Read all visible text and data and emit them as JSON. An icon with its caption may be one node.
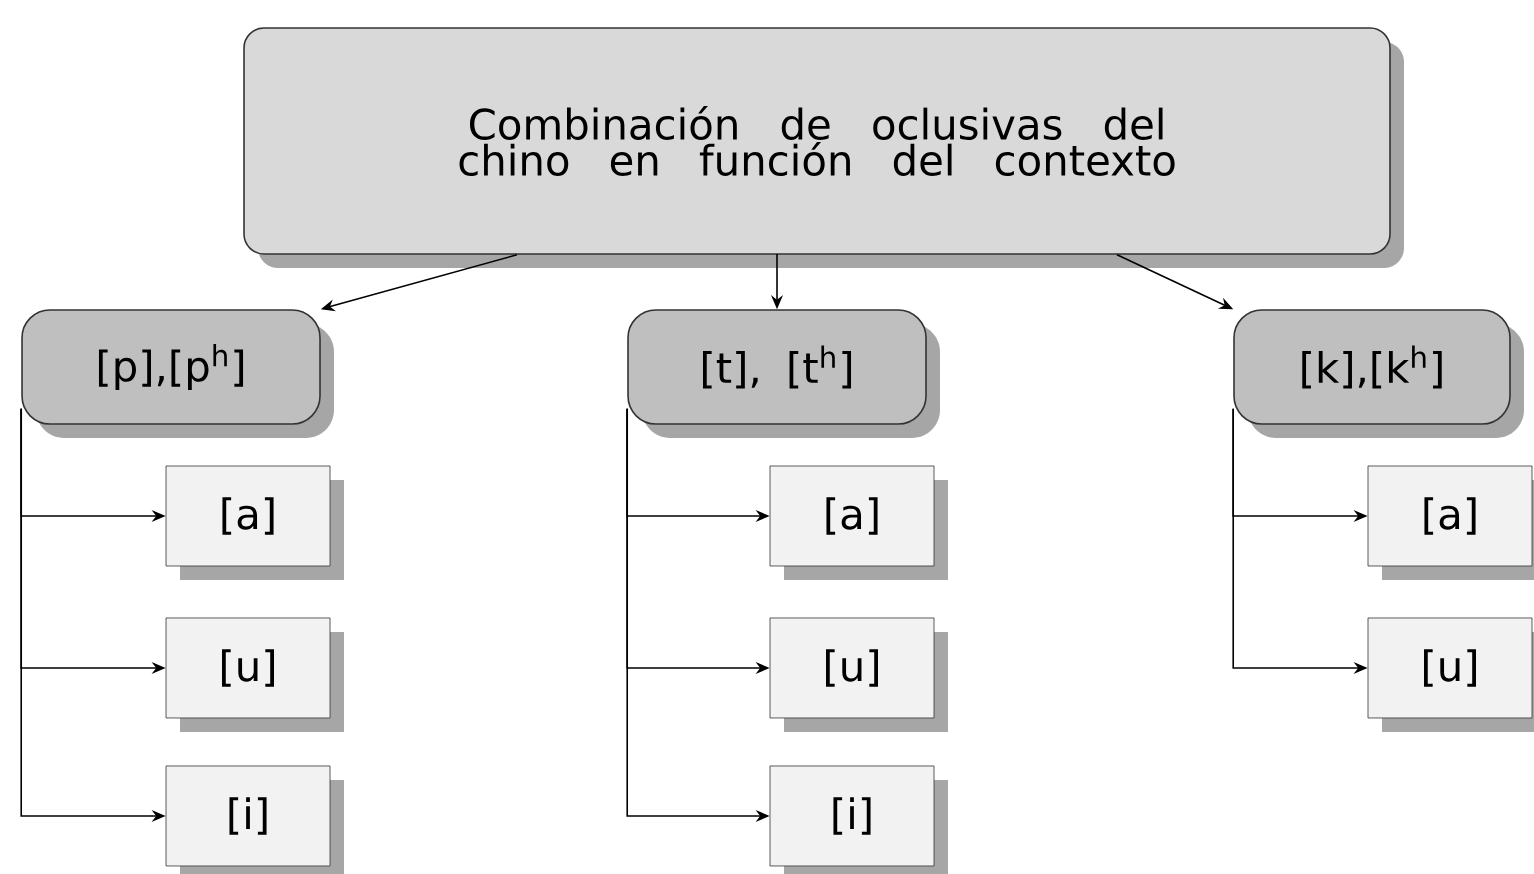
{
  "diagram": {
    "nodes": [
      {
        "text": [
          "Combinación de oclusivas del chino en función del contexto"
        ]
      },
      {
        "text": [
          "[p],[p$^{h}$]"
        ]
      },
      {
        "text": [
          "[t], [t$^{h}$]"
        ]
      },
      {
        "text": [
          "[k],[k$^{h}$]"
        ]
      },
      {
        "text": [
          "[a]"
        ]
      },
      {
        "text": [
          "[u]"
        ]
      },
      {
        "text": [
          "[i]"
        ]
      },
      {
        "text": [
          "[a]"
        ]
      },
      {
        "text": [
          "[u]"
        ]
      },
      {
        "text": [
          "[i]"
        ]
      },
      {
        "text": [
          "[a]"
        ]
      },
      {
        "text": [
          "[u]"
        ]
      }
    ],
    "edges": [
      {
        "from": 0,
        "to": 1,
        "arrow": "to"
      },
      {
        "from": 0,
        "to": 2,
        "arrow": "to"
      },
      {
        "from": 0,
        "to": 3,
        "arrow": "to"
      },
      {
        "from": 1,
        "to": 4,
        "arrow": "to"
      },
      {
        "from": 1,
        "to": 5,
        "arrow": "to"
      },
      {
        "from": 1,
        "to": 6,
        "arrow": "to"
      },
      {
        "from": 2,
        "to": 7,
        "arrow": "to"
      },
      {
        "from": 2,
        "to": 8,
        "arrow": "to"
      },
      {
        "from": 2,
        "to": 9,
        "arrow": "to"
      },
      {
        "from": 3,
        "to": 10,
        "arrow": "to"
      },
      {
        "from": 3,
        "to": 11,
        "arrow": "to"
      }
    ]
  }
}
